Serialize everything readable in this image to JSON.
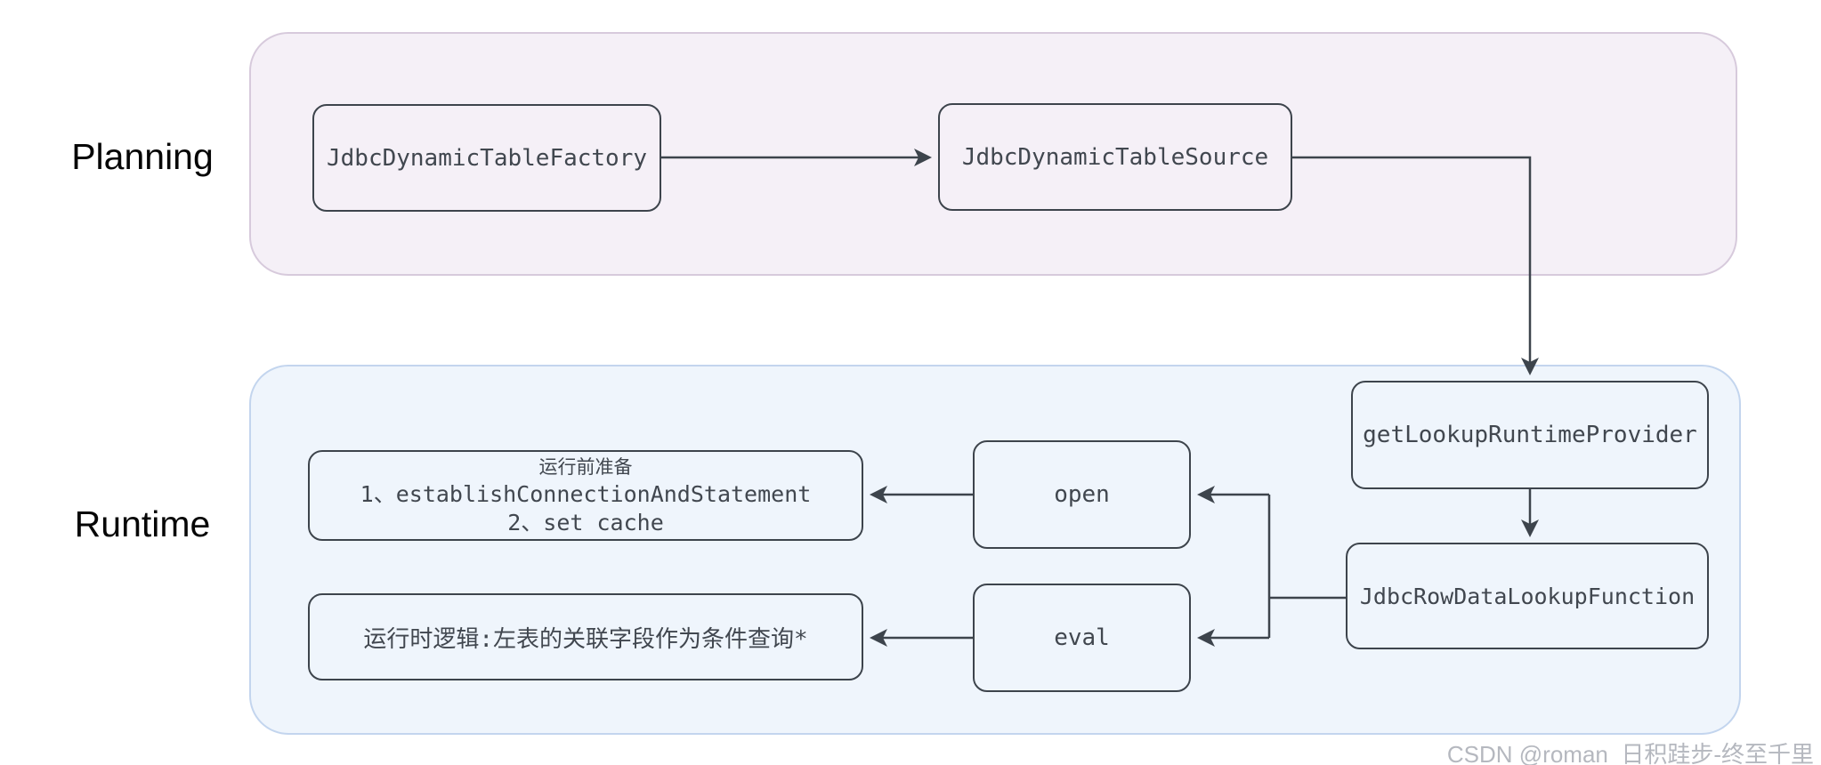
{
  "sections": {
    "planning": {
      "label": "Planning"
    },
    "runtime": {
      "label": "Runtime"
    }
  },
  "nodes": {
    "factory": {
      "label": "JdbcDynamicTableFactory"
    },
    "source": {
      "label": "JdbcDynamicTableSource"
    },
    "provider": {
      "label": "getLookupRuntimeProvider"
    },
    "lookup": {
      "label": "JdbcRowDataLookupFunction"
    },
    "open": {
      "label": "open"
    },
    "eval": {
      "label": "eval"
    },
    "prepare": {
      "title": "运行前准备",
      "item1": "1、establishConnectionAndStatement",
      "item2": "2、set cache"
    },
    "logic": {
      "label": "运行时逻辑:左表的关联字段作为条件查询*"
    }
  },
  "edges": [
    {
      "from": "JdbcDynamicTableFactory",
      "to": "JdbcDynamicTableSource"
    },
    {
      "from": "JdbcDynamicTableSource",
      "to": "getLookupRuntimeProvider"
    },
    {
      "from": "getLookupRuntimeProvider",
      "to": "JdbcRowDataLookupFunction"
    },
    {
      "from": "JdbcRowDataLookupFunction",
      "to": "open"
    },
    {
      "from": "JdbcRowDataLookupFunction",
      "to": "eval"
    },
    {
      "from": "open",
      "to": "运行前准备"
    },
    {
      "from": "eval",
      "to": "运行时逻辑"
    }
  ],
  "watermark": {
    "text": "CSDN @roman_日积跬步-终至千里"
  },
  "colors": {
    "planning_fill": "#f5f0f7",
    "planning_border": "#d7cadc",
    "runtime_fill": "#eff5fc",
    "runtime_border": "#c3d5ee",
    "node_border": "#3d444c",
    "node_text": "#41474f",
    "arrow": "#3d444c",
    "watermark_text": "#b5b8bf",
    "background": "#ffffff"
  }
}
